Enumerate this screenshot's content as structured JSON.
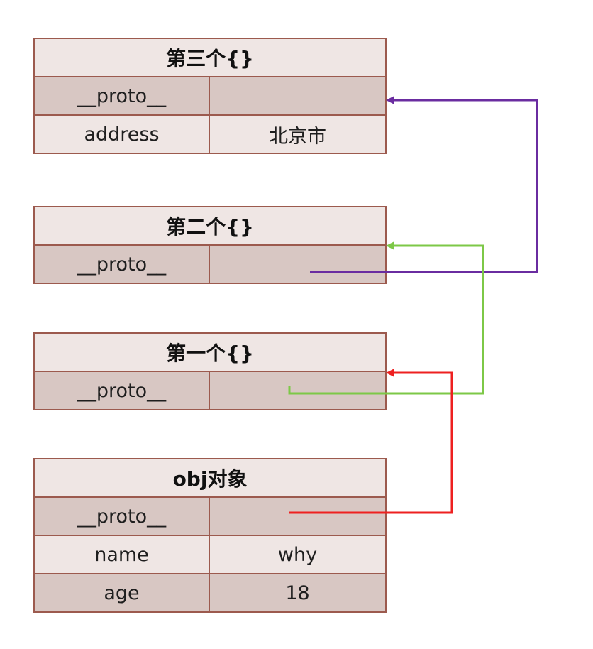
{
  "tables": {
    "third": {
      "title": "第三个{}",
      "rows": [
        {
          "key": "__proto__",
          "value": ""
        },
        {
          "key": "address",
          "value": "北京市"
        }
      ]
    },
    "second": {
      "title": "第二个{}",
      "rows": [
        {
          "key": "__proto__",
          "value": ""
        }
      ]
    },
    "first": {
      "title": "第一个{}",
      "rows": [
        {
          "key": "__proto__",
          "value": ""
        }
      ]
    },
    "obj": {
      "title": "obj对象",
      "rows": [
        {
          "key": "__proto__",
          "value": ""
        },
        {
          "key": "name",
          "value": "why"
        },
        {
          "key": "age",
          "value": "18"
        }
      ]
    }
  },
  "arrows": [
    {
      "from": "第二个{}.__proto__",
      "to": "第三个{}",
      "color": "#6a2ca0"
    },
    {
      "from": "第一个{}.__proto__",
      "to": "第二个{}",
      "color": "#7dc847"
    },
    {
      "from": "obj对象.__proto__",
      "to": "第一个{}",
      "color": "#ee2020"
    }
  ]
}
